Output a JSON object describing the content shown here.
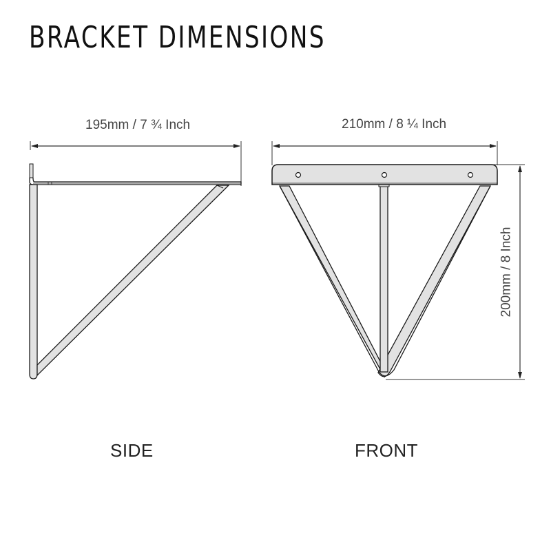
{
  "title": "BRACKET DIMENSIONS",
  "side_view": {
    "label": "SIDE",
    "width_dimension": "195mm / 7 ¾ Inch"
  },
  "front_view": {
    "label": "FRONT",
    "width_dimension": "210mm / 8 ¼ Inch",
    "height_dimension": "200mm / 8 Inch",
    "mounting_holes": 3
  },
  "colors": {
    "line": "#1a1a1a",
    "fill": "#e2e2e2",
    "dimension_line": "#333333",
    "text": "#444444"
  }
}
